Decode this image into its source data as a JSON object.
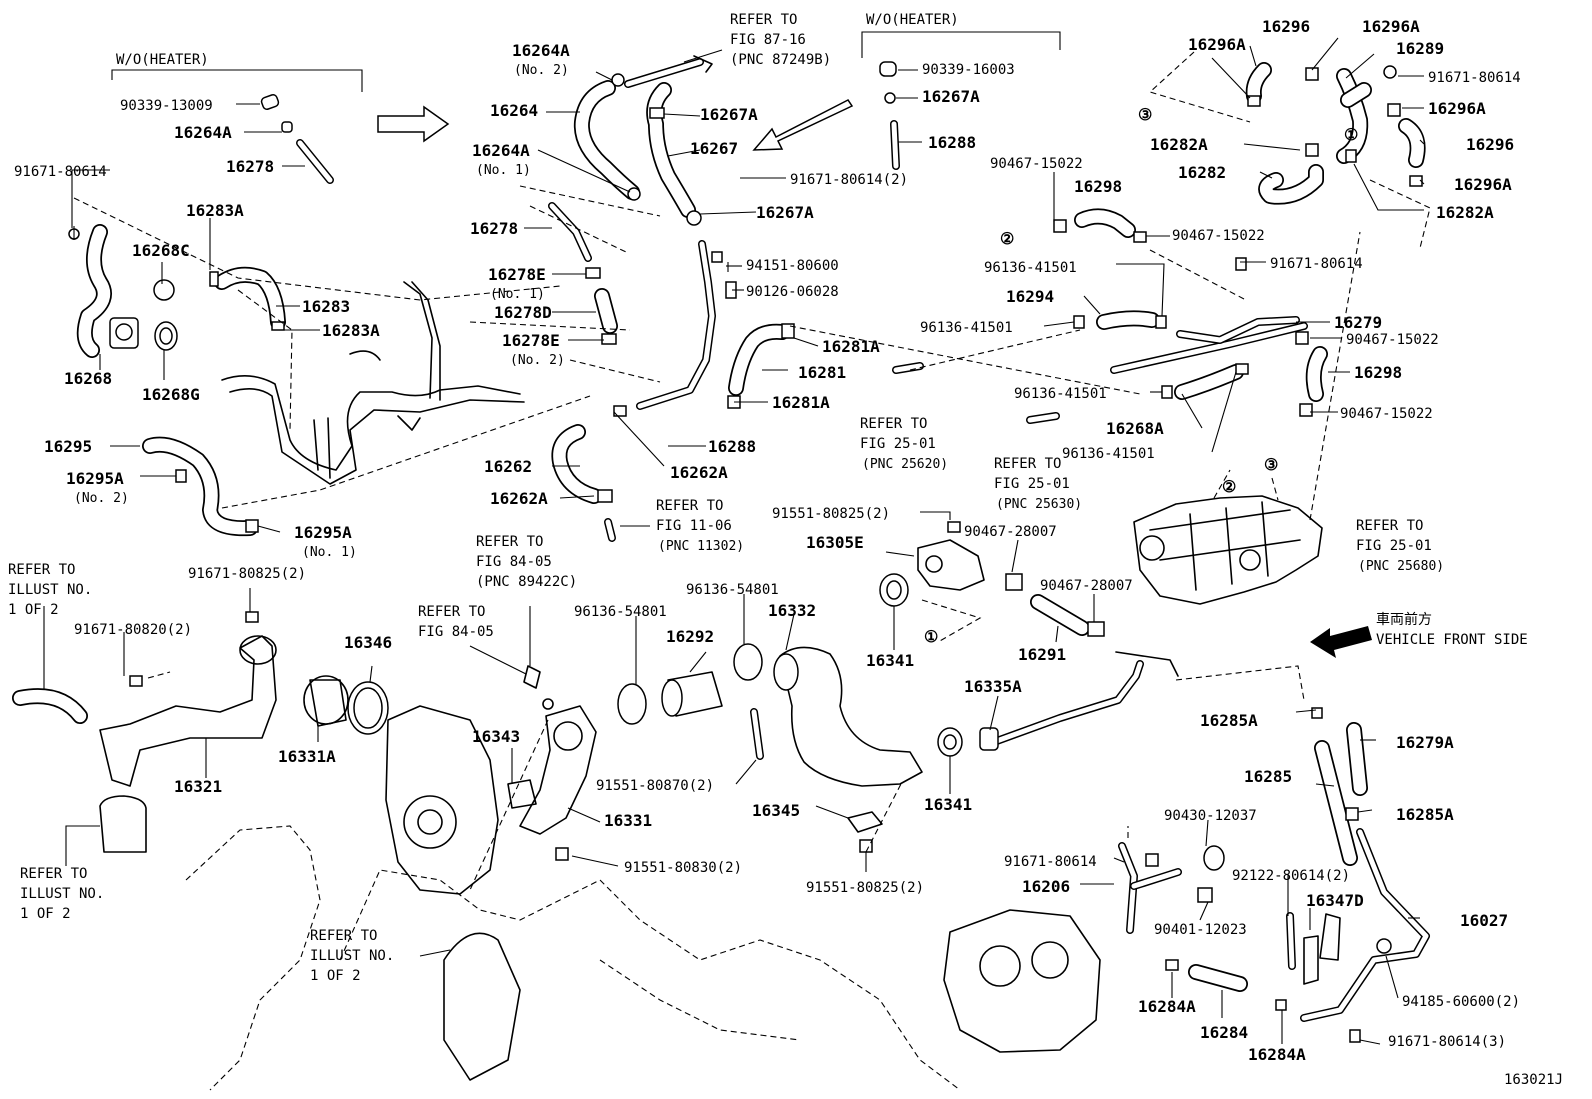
{
  "figure_id": "163021J",
  "legend": {
    "jp": "車両前方",
    "en": "VEHICLE FRONT SIDE"
  },
  "markers": [
    "①",
    "②",
    "③"
  ],
  "callouts": {
    "16264A_no2": "16264A",
    "no2_a": "(No. 2)",
    "16264": "16264",
    "16264A_no1": "16264A",
    "no1_a": "(No. 1)",
    "16278_top": "16278",
    "16278E_no1": "16278E",
    "no1_b": "(No. 1)",
    "16278D": "16278D",
    "16278E_no2": "16278E",
    "no2_b": "(No. 2)",
    "16267A_a": "16267A",
    "16267": "16267",
    "16267A_b": "16267A",
    "16264A_woh": "16264A",
    "16278_woh": "16278",
    "90339_13009": "90339-13009",
    "91671_80614_left": "91671-80614",
    "16283A_a": "16283A",
    "16268C": "16268C",
    "16283": "16283",
    "16283A_b": "16283A",
    "16268": "16268",
    "16268G": "16268G",
    "16295": "16295",
    "16295A_no2": "16295A",
    "no2_c": "(No. 2)",
    "16295A_no1": "16295A",
    "no1_c": "(No. 1)",
    "91671_80614_2": "91671-80614(2)",
    "94151_80600": "94151-80600",
    "90126_06028": "90126-06028",
    "16281A_a": "16281A",
    "16281": "16281",
    "16281A_b": "16281A",
    "16288_mid": "16288",
    "16262": "16262",
    "16262A_a": "16262A",
    "16262A_b": "16262A",
    "90339_16003": "90339-16003",
    "16267A_woh": "16267A",
    "16288_woh": "16288",
    "90467_15022_a": "90467-15022",
    "16298_a": "16298",
    "90467_15022_b": "90467-15022",
    "96136_41501_a": "96136-41501",
    "16294": "16294",
    "96136_41501_b": "96136-41501",
    "91671_80614_r": "91671-80614",
    "16279": "16279",
    "90467_15022_c": "90467-15022",
    "16298_b": "16298",
    "96136_41501_c": "96136-41501",
    "16268A": "16268A",
    "96136_41501_d": "96136-41501",
    "90467_15022_d": "90467-15022",
    "16296_a": "16296",
    "16296A_a": "16296A",
    "16296A_b": "16296A",
    "16289": "16289",
    "91671_80614_tr": "91671-80614",
    "16296A_c": "16296A",
    "16282A_a": "16282A",
    "16296_b": "16296",
    "16282": "16282",
    "16296A_d": "16296A",
    "16282A_b": "16282A",
    "91551_80825_2a": "91551-80825(2)",
    "16305E": "16305E",
    "90467_28007_a": "90467-28007",
    "90467_28007_b": "90467-28007",
    "16341_a": "16341",
    "16291": "16291",
    "16335A": "16335A",
    "16341_b": "16341",
    "96136_54801_a": "96136-54801",
    "96136_54801_b": "96136-54801",
    "16292": "16292",
    "16332": "16332",
    "91551_80870_2": "91551-80870(2)",
    "16345": "16345",
    "91551_80825_2b": "91551-80825(2)",
    "91671_80825_2": "91671-80825(2)",
    "91671_80820_2": "91671-80820(2)",
    "16346": "16346",
    "16331A": "16331A",
    "16321": "16321",
    "16343": "16343",
    "16331": "16331",
    "91551_80830_2": "91551-80830(2)",
    "16285A_a": "16285A",
    "16279A": "16279A",
    "16285": "16285",
    "16285A_b": "16285A",
    "90430_12037": "90430-12037",
    "91671_80614_b": "91671-80614",
    "16206": "16206",
    "92122_80614_2": "92122-80614(2)",
    "16347D": "16347D",
    "90401_12023": "90401-12023",
    "16027": "16027",
    "16284A_a": "16284A",
    "16284": "16284",
    "16284A_b": "16284A",
    "94185_60600_2": "94185-60600(2)",
    "91671_80614_3": "91671-80614(3)"
  },
  "notes": {
    "woh_left": "W/O(HEATER)",
    "woh_right": "W/O(HEATER)",
    "ref87": [
      "REFER TO",
      "FIG 87-16",
      "(PNC 87249B)"
    ],
    "ref25620": [
      "REFER TO",
      "FIG 25-01",
      "(PNC 25620)"
    ],
    "ref25630": [
      "REFER TO",
      "FIG 25-01",
      "(PNC 25630)"
    ],
    "ref25680": [
      "REFER TO",
      "FIG 25-01",
      "(PNC 25680)"
    ],
    "ref11": [
      "REFER TO",
      "FIG 11-06",
      "(PNC 11302)"
    ],
    "ref84a": [
      "REFER TO",
      "FIG 84-05",
      "(PNC 89422C)"
    ],
    "ref84b": [
      "REFER TO",
      "FIG 84-05"
    ],
    "illust_a": [
      "REFER TO",
      "ILLUST NO.",
      "1 OF 2"
    ],
    "illust_b": [
      "REFER TO",
      "ILLUST NO.",
      "1 OF 2"
    ],
    "illust_c": [
      "REFER TO",
      "ILLUST NO.",
      "1 OF 2"
    ]
  }
}
